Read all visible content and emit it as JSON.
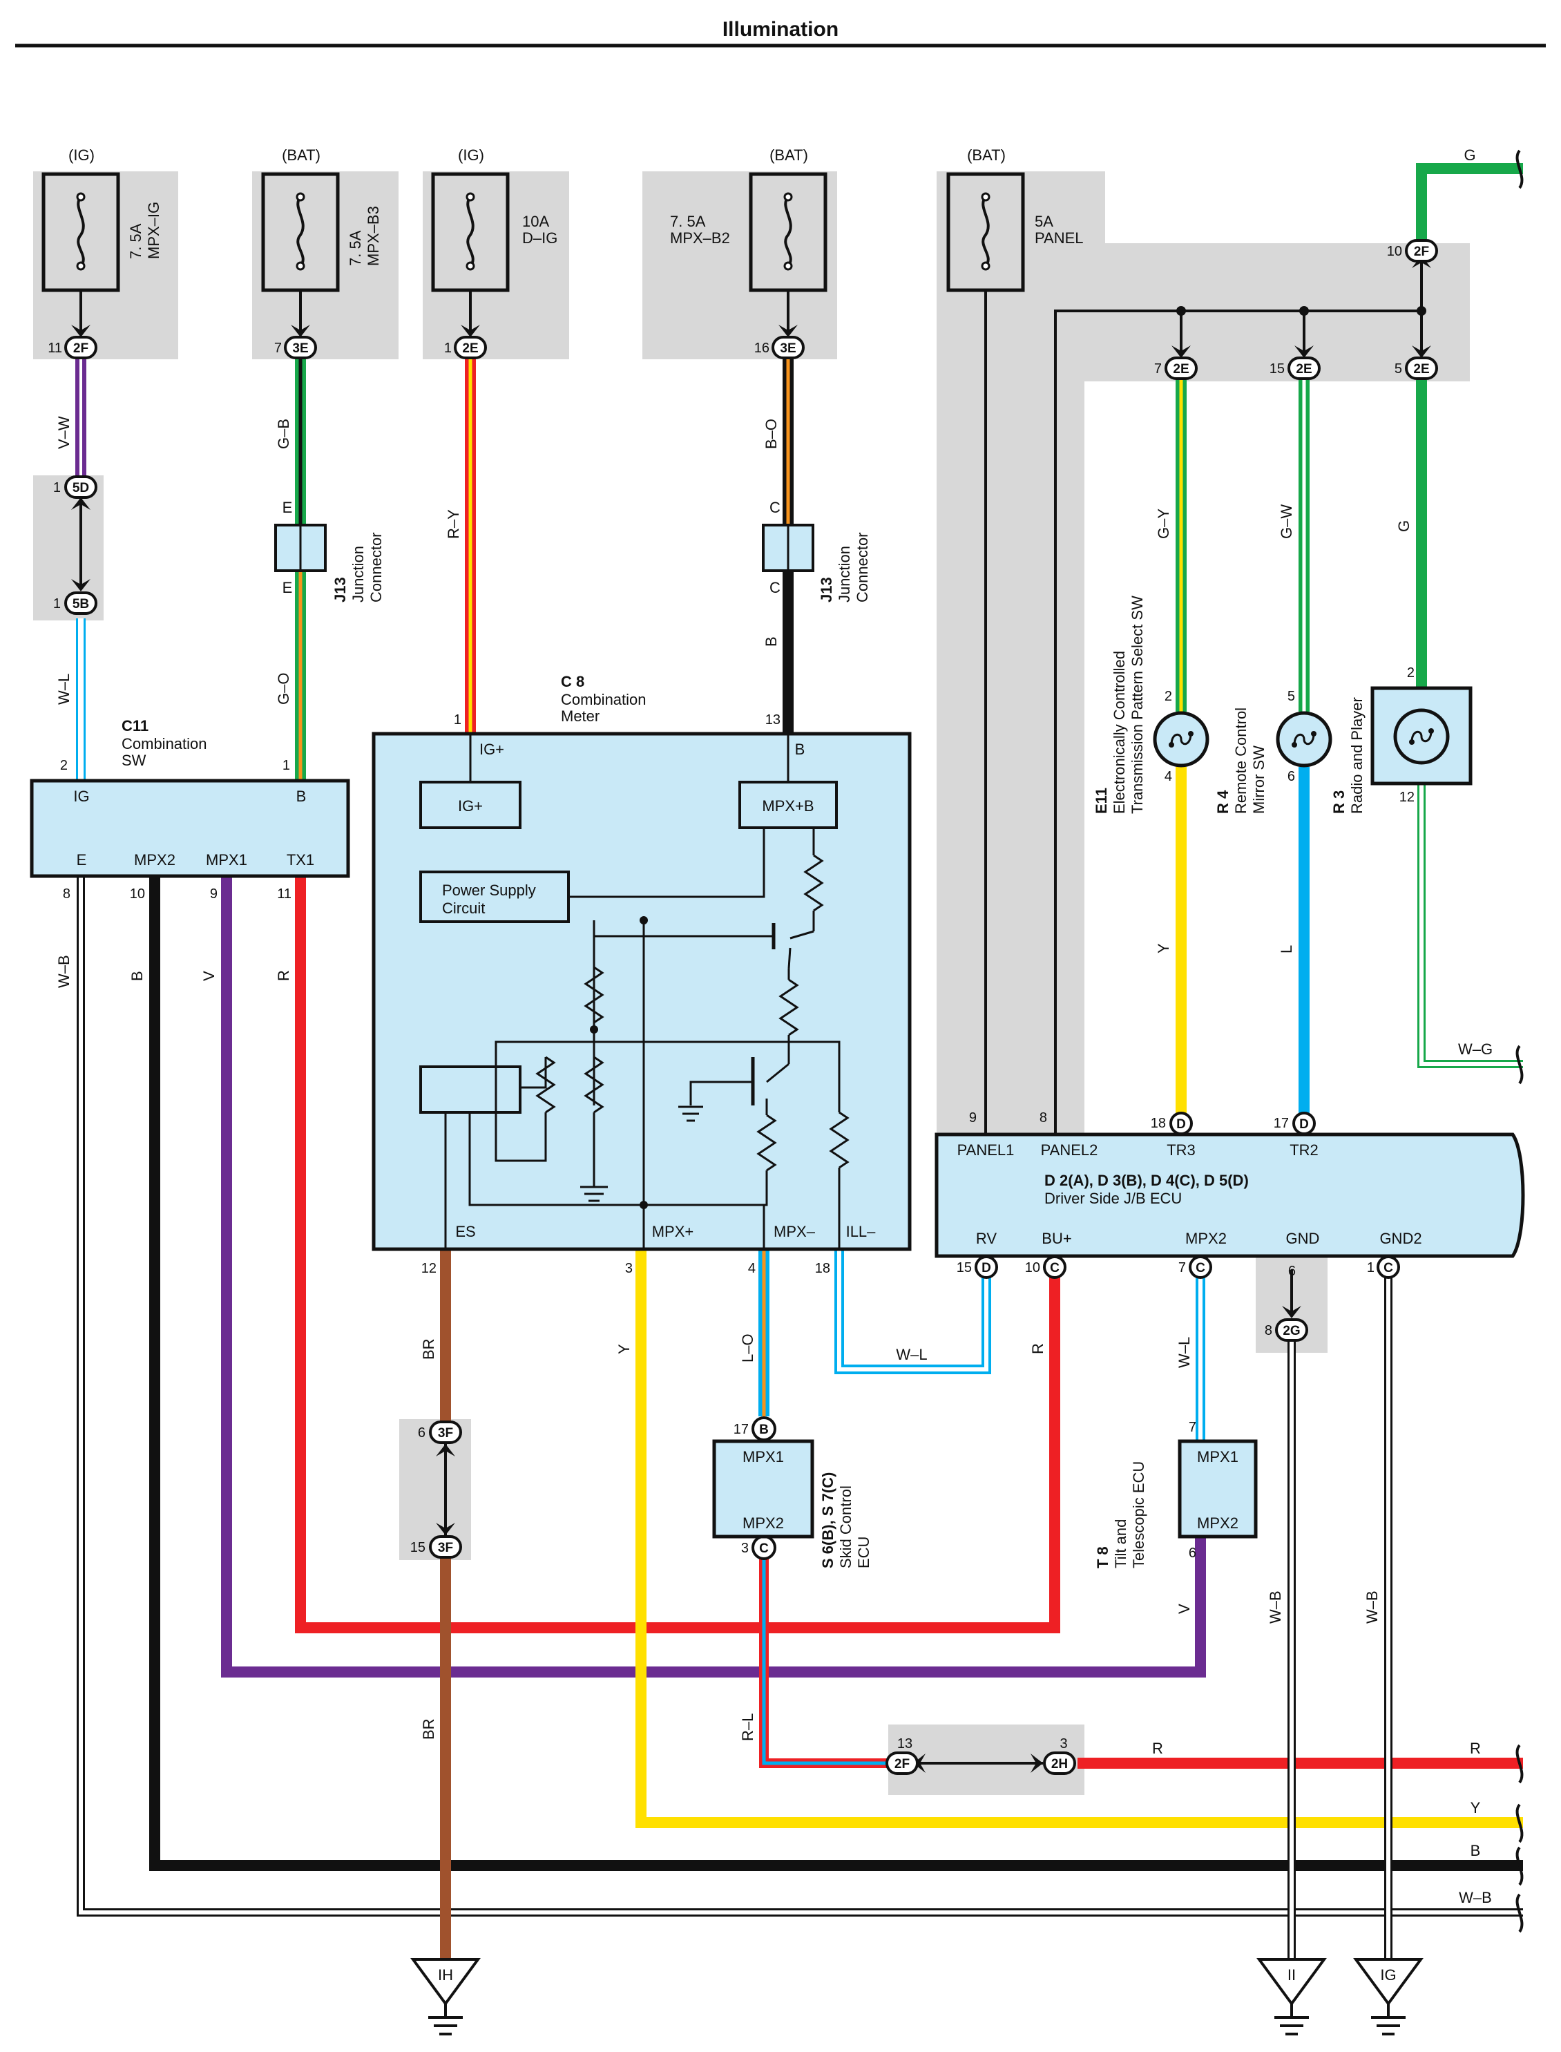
{
  "title": "Illumination",
  "fuses": [
    {
      "supply": "(IG)",
      "rating": "7. 5A",
      "name": "MPX–IG"
    },
    {
      "supply": "(BAT)",
      "rating": "7. 5A",
      "name": "MPX–B3"
    },
    {
      "supply": "(IG)",
      "rating": "10A",
      "name": "D–IG"
    },
    {
      "supply": "(BAT)",
      "rating": "7. 5A",
      "name": "MPX–B2"
    },
    {
      "supply": "(BAT)",
      "rating": "5A",
      "name": "PANEL"
    }
  ],
  "connectors": {
    "c_2f_a": "2F",
    "c_3e_a": "3E",
    "c_2e_a": "2E",
    "c_3e_b": "3E",
    "c_2f_b": "2F",
    "c_2e_b": "2E",
    "c_2e_c": "2E",
    "c_2e_d": "2E",
    "c_5d": "5D",
    "c_5b": "5B",
    "c_3f_a": "3F",
    "c_3f_b": "3F",
    "c_2g": "2G",
    "c_2f_c": "2F",
    "c_2h": "2H",
    "c_b": "B",
    "c_c": "C",
    "c_d1": "D",
    "c_d2": "D",
    "c_d3": "D",
    "c_c1": "C",
    "c_c2": "C",
    "c_c3": "C"
  },
  "pins": {
    "p11": "11",
    "p7a": "7",
    "p1a": "1",
    "p16": "16",
    "p10a": "10",
    "p7b": "7",
    "p15a": "15",
    "p5a": "5",
    "p1b": "1",
    "p1c": "1",
    "p2a": "2",
    "p1d": "1",
    "p1e": "1",
    "p13": "13",
    "p2b": "2",
    "p5b": "5",
    "p2c": "2",
    "p4": "4",
    "p6": "6",
    "p12a": "12",
    "p8a": "8",
    "p10b": "10",
    "p9a": "9",
    "p11b": "11",
    "p9b": "9",
    "p8b": "8",
    "p18a": "18",
    "p17a": "17",
    "p12b": "12",
    "p3a": "3",
    "p4b": "4",
    "p18b": "18",
    "p15b": "15",
    "p10c": "10",
    "p7c": "7",
    "p6b": "6",
    "p1f": "1",
    "p8c": "8",
    "p6c": "6",
    "p15c": "15",
    "p17b": "17",
    "p3b": "3",
    "p7d": "7",
    "p6d": "6",
    "p13b": "13",
    "p3c": "3"
  },
  "wire_labels": {
    "vw": "V–W",
    "gb": "G–B",
    "ry": "R–Y",
    "bo": "B–O",
    "wl": "W–L",
    "go": "G–O",
    "b1": "B",
    "gy": "G–Y",
    "gw": "G–W",
    "g1": "G",
    "g_top": "G",
    "y1": "Y",
    "l1": "L",
    "wg": "W–G",
    "wb1": "W–B",
    "b2": "B",
    "v1": "V",
    "r1": "R",
    "br1": "BR",
    "y2": "Y",
    "lo": "L–O",
    "wl2": "W–L",
    "r2": "R",
    "wl3": "W–L",
    "br2": "BR",
    "rl": "R–L",
    "v2": "V",
    "wb2": "W–B",
    "wb3": "W–B",
    "r_mid": "R",
    "r_end": "R",
    "y_end": "Y",
    "b_end": "B",
    "wb_end": "W–B",
    "e_top": "E",
    "e_bot": "E",
    "c_top": "C",
    "c_bot": "C"
  },
  "components": {
    "j13a": {
      "code": "J13",
      "name": "Junction",
      "name2": "Connector"
    },
    "j13b": {
      "code": "J13",
      "name": "Junction",
      "name2": "Connector"
    },
    "c11": {
      "code": "C11",
      "name": "Combination",
      "name2": "SW",
      "pins": {
        "ig": "IG",
        "b": "B",
        "e": "E",
        "mpx2": "MPX2",
        "mpx1": "MPX1",
        "tx1": "TX1"
      }
    },
    "c8": {
      "code": "C 8",
      "name": "Combination",
      "name2": "Meter",
      "pins": {
        "igp": "IG+",
        "b": "B",
        "es": "ES",
        "mpxp": "MPX+",
        "mpxm": "MPX–",
        "ill": "ILL–"
      },
      "blocks": {
        "igp": "IG+",
        "mpxb": "MPX+B",
        "psc1": "Power Supply",
        "psc2": "Circuit"
      }
    },
    "e11": {
      "code": "E11",
      "name": "Electronically Controlled",
      "name2": "Transmission Pattern Select SW"
    },
    "r4": {
      "code": "R 4",
      "name": "Remote Control",
      "name2": "Mirror SW"
    },
    "r3": {
      "code": "R 3",
      "name": "Radio and Player"
    },
    "ecu": {
      "code": "D 2(A), D 3(B), D 4(C), D 5(D)",
      "name": "Driver Side J/B ECU",
      "pins": {
        "panel1": "PANEL1",
        "panel2": "PANEL2",
        "tr3": "TR3",
        "tr2": "TR2",
        "rv": "RV",
        "bup": "BU+",
        "mpx2": "MPX2",
        "gnd": "GND",
        "gnd2": "GND2"
      }
    },
    "s6": {
      "code": "S 6(B), S 7(C)",
      "name": "Skid Control",
      "name2": "ECU",
      "pins": {
        "mpx1": "MPX1",
        "mpx2": "MPX2"
      }
    },
    "t8": {
      "code": "T 8",
      "name": "Tilt and",
      "name2": "Telescopic ECU",
      "pins": {
        "mpx1": "MPX1",
        "mpx2": "MPX2"
      }
    }
  },
  "grounds": {
    "ih": "IH",
    "ii": "II",
    "ig": "IG"
  },
  "colors": {
    "panel": "#d8d8d8",
    "box": "#c9e9f7",
    "red": "#ee2024",
    "yellow": "#ffe000",
    "green": "#17a84a",
    "purple": "#6b2c91",
    "blue": "#00aeef",
    "orange": "#f7941d",
    "brown": "#a0522d",
    "black": "#111111"
  }
}
